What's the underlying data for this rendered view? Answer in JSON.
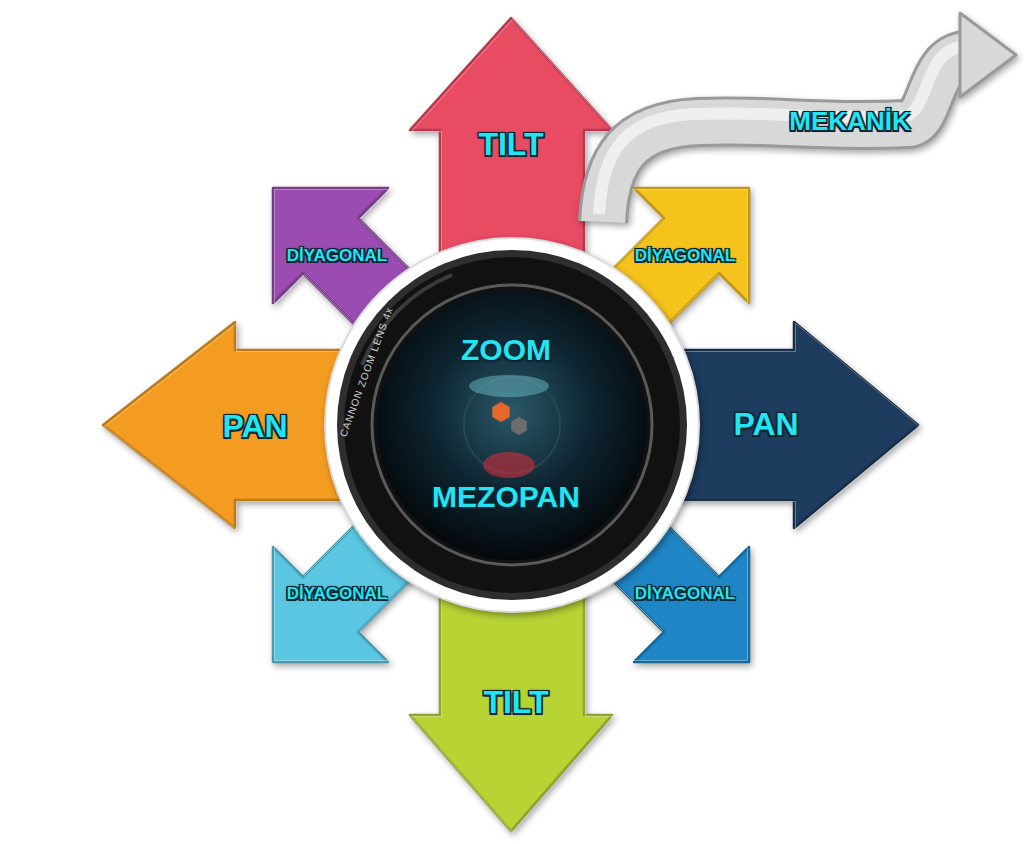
{
  "diagram": {
    "nodes": [
      {
        "text": [
          "TILT"
        ]
      },
      {
        "text": [
          "MEKANİK"
        ]
      },
      {
        "text": [
          "DİYAGONAL"
        ]
      },
      {
        "text": [
          "DİYAGONAL"
        ]
      },
      {
        "text": [
          "PAN"
        ]
      },
      {
        "text": [
          "ZOOM",
          "MEZOPAN"
        ]
      },
      {
        "text": [
          "PAN"
        ]
      },
      {
        "text": [
          "DİYAGONAL"
        ]
      },
      {
        "text": [
          "DİYAGONAL"
        ]
      },
      {
        "text": [
          "TILT"
        ]
      }
    ],
    "labels": [
      "CANNON ZOOM LENS 4x"
    ]
  }
}
